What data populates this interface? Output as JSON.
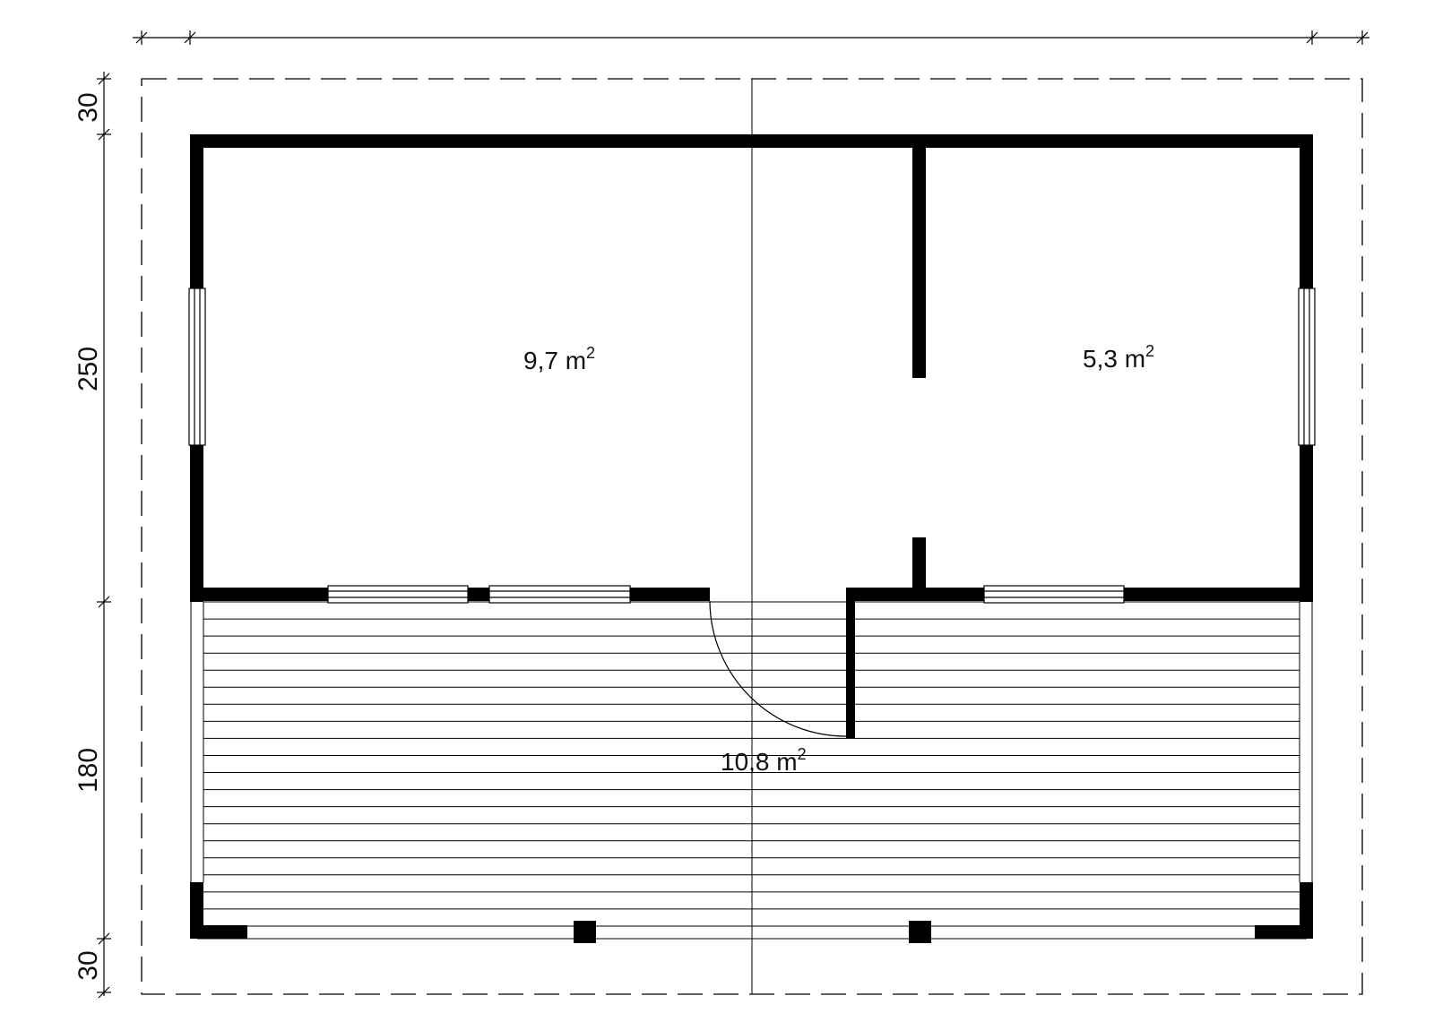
{
  "colors": {
    "wall": "#000000",
    "line": "#000000",
    "background": "#ffffff"
  },
  "dimensions": {
    "top_overhang": "30",
    "main_depth": "250",
    "terrace_depth": "180",
    "bottom_overhang": "30"
  },
  "rooms": [
    {
      "area": "9,7",
      "unit": "m",
      "exp": "2"
    },
    {
      "area": "5,3",
      "unit": "m",
      "exp": "2"
    },
    {
      "area": "10,8",
      "unit": "m",
      "exp": "2"
    }
  ],
  "deck": {
    "board_count": 18
  }
}
